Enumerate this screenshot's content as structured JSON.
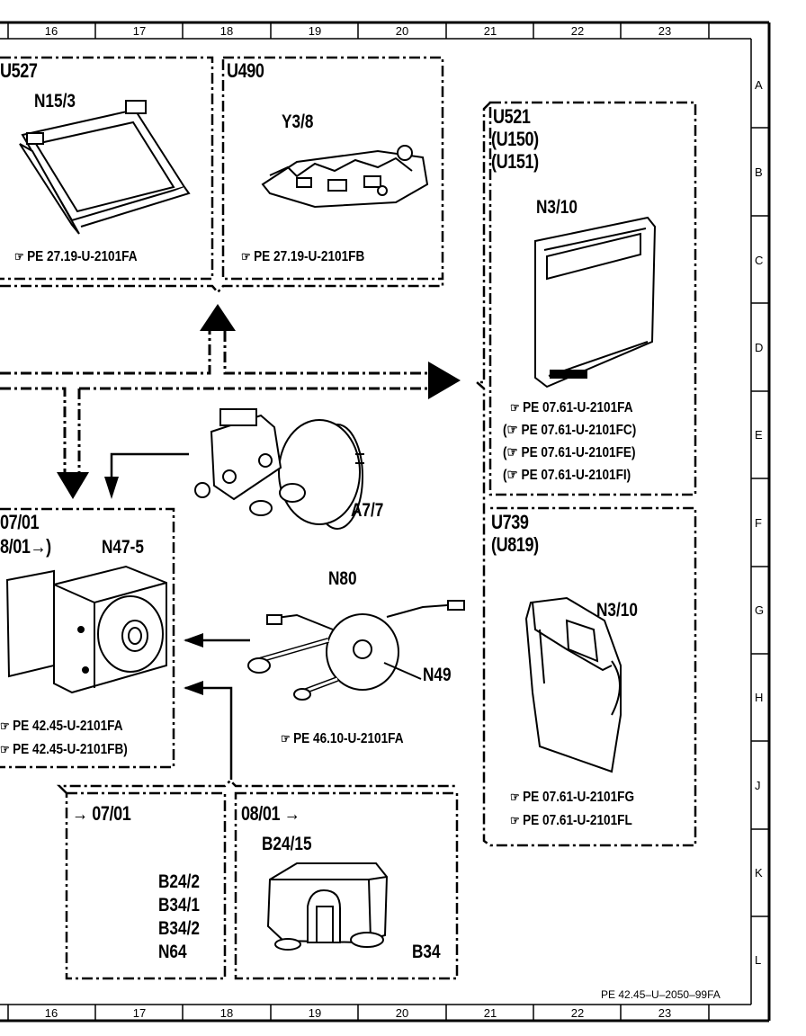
{
  "grid": {
    "columns": [
      "16",
      "17",
      "18",
      "19",
      "20",
      "21",
      "22",
      "23"
    ],
    "rows": [
      "A",
      "B",
      "C",
      "D",
      "E",
      "F",
      "G",
      "H",
      "J",
      "K",
      "L"
    ]
  },
  "panels": {
    "u527": {
      "code": "U527",
      "component": "N15/3",
      "refs": [
        "PE 27.19-U-2101FA"
      ]
    },
    "u490": {
      "code": "U490",
      "component": "Y3/8",
      "refs": [
        "PE 27.19-U-2101FB"
      ]
    },
    "u521": {
      "code": "U521",
      "alt_codes": [
        "(U150)",
        "(U151)"
      ],
      "component": "N3/10",
      "refs": [
        "PE 07.61-U-2101FA",
        "(☞ PE 07.61-U-2101FC)",
        "(☞ PE 07.61-U-2101FE)",
        "(☞ PE 07.61-U-2101FI)"
      ]
    },
    "u739": {
      "code": "U739",
      "alt_codes": [
        "(U819)"
      ],
      "component": "N3/10",
      "refs": [
        "PE 07.61-U-2101FG",
        "PE 07.61-U-2101FL"
      ]
    },
    "abs": {
      "date_lines": [
        "07/01",
        "8/01→)"
      ],
      "component": "N47-5",
      "refs": [
        "PE 42.45-U-2101FA",
        "PE 42.45-U-2101FB)"
      ]
    },
    "sensor_old": {
      "date": "→ 07/01",
      "components": [
        "B24/2",
        "B34/1",
        "B34/2",
        "N64"
      ]
    },
    "sensor_new": {
      "date": "08/01 →",
      "component": "B24/15",
      "component2": "B34"
    }
  },
  "free_labels": {
    "brake_booster": "A7/7",
    "steering_switch": "N80",
    "steering_sensor": "N49",
    "steering_ref": "PE 46.10-U-2101FA"
  },
  "ref_icon": "☞",
  "footer_code": "PE 42.45–U–2050–99FA"
}
